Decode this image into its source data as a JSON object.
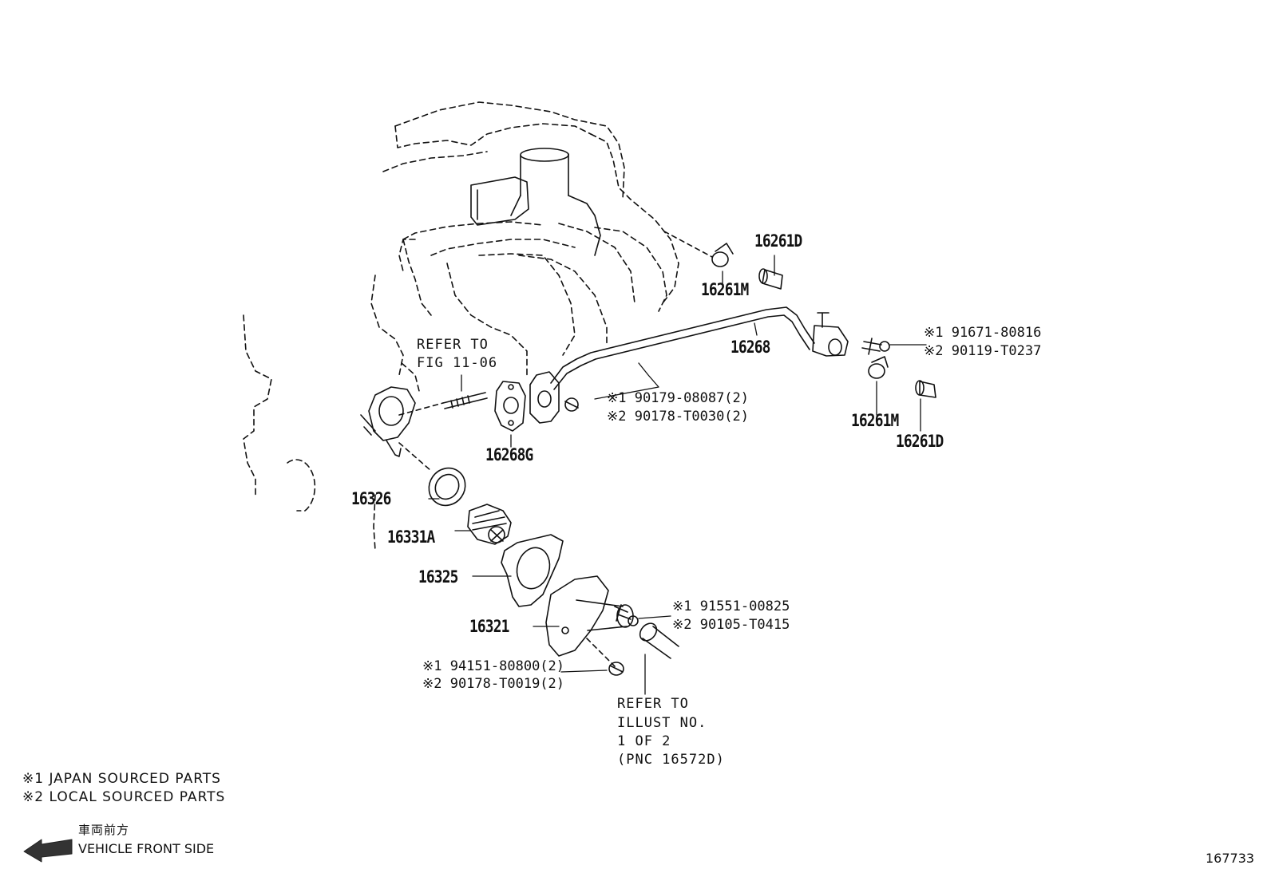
{
  "callouts": {
    "p16261D_top": "16261D",
    "p16261M_top": "16261M",
    "p16268": "16268",
    "p16261M_bottom": "16261M",
    "p16261D_bottom": "16261D",
    "p16268G": "16268G",
    "p16326": "16326",
    "p16331A": "16331A",
    "p16325": "16325",
    "p16321": "16321"
  },
  "codes": {
    "bolt_right_1": "※1 91671-80816",
    "bolt_right_2": "※2 90119-T0237",
    "nut_pipe_1": "※1 90179-08087(2)",
    "nut_pipe_2": "※2 90178-T0030(2)",
    "bolt_outlet_1": "※1 91551-00825",
    "bolt_outlet_2": "※2 90105-T0415",
    "nut_outlet_1": "※1 94151-80800(2)",
    "nut_outlet_2": "※2 90178-T0019(2)"
  },
  "notes": {
    "refer_fig": [
      "REFER TO",
      "FIG 11-06"
    ],
    "refer_illust": [
      "REFER TO",
      "ILLUST NO.",
      "1 OF 2",
      "(PNC 16572D)"
    ]
  },
  "legend": {
    "japan": "※1 JAPAN SOURCED PARTS",
    "local": "※2 LOCAL SOURCED PARTS",
    "front_jp": "車両前方",
    "front_en": "VEHICLE FRONT SIDE"
  },
  "figure_number": "167733"
}
